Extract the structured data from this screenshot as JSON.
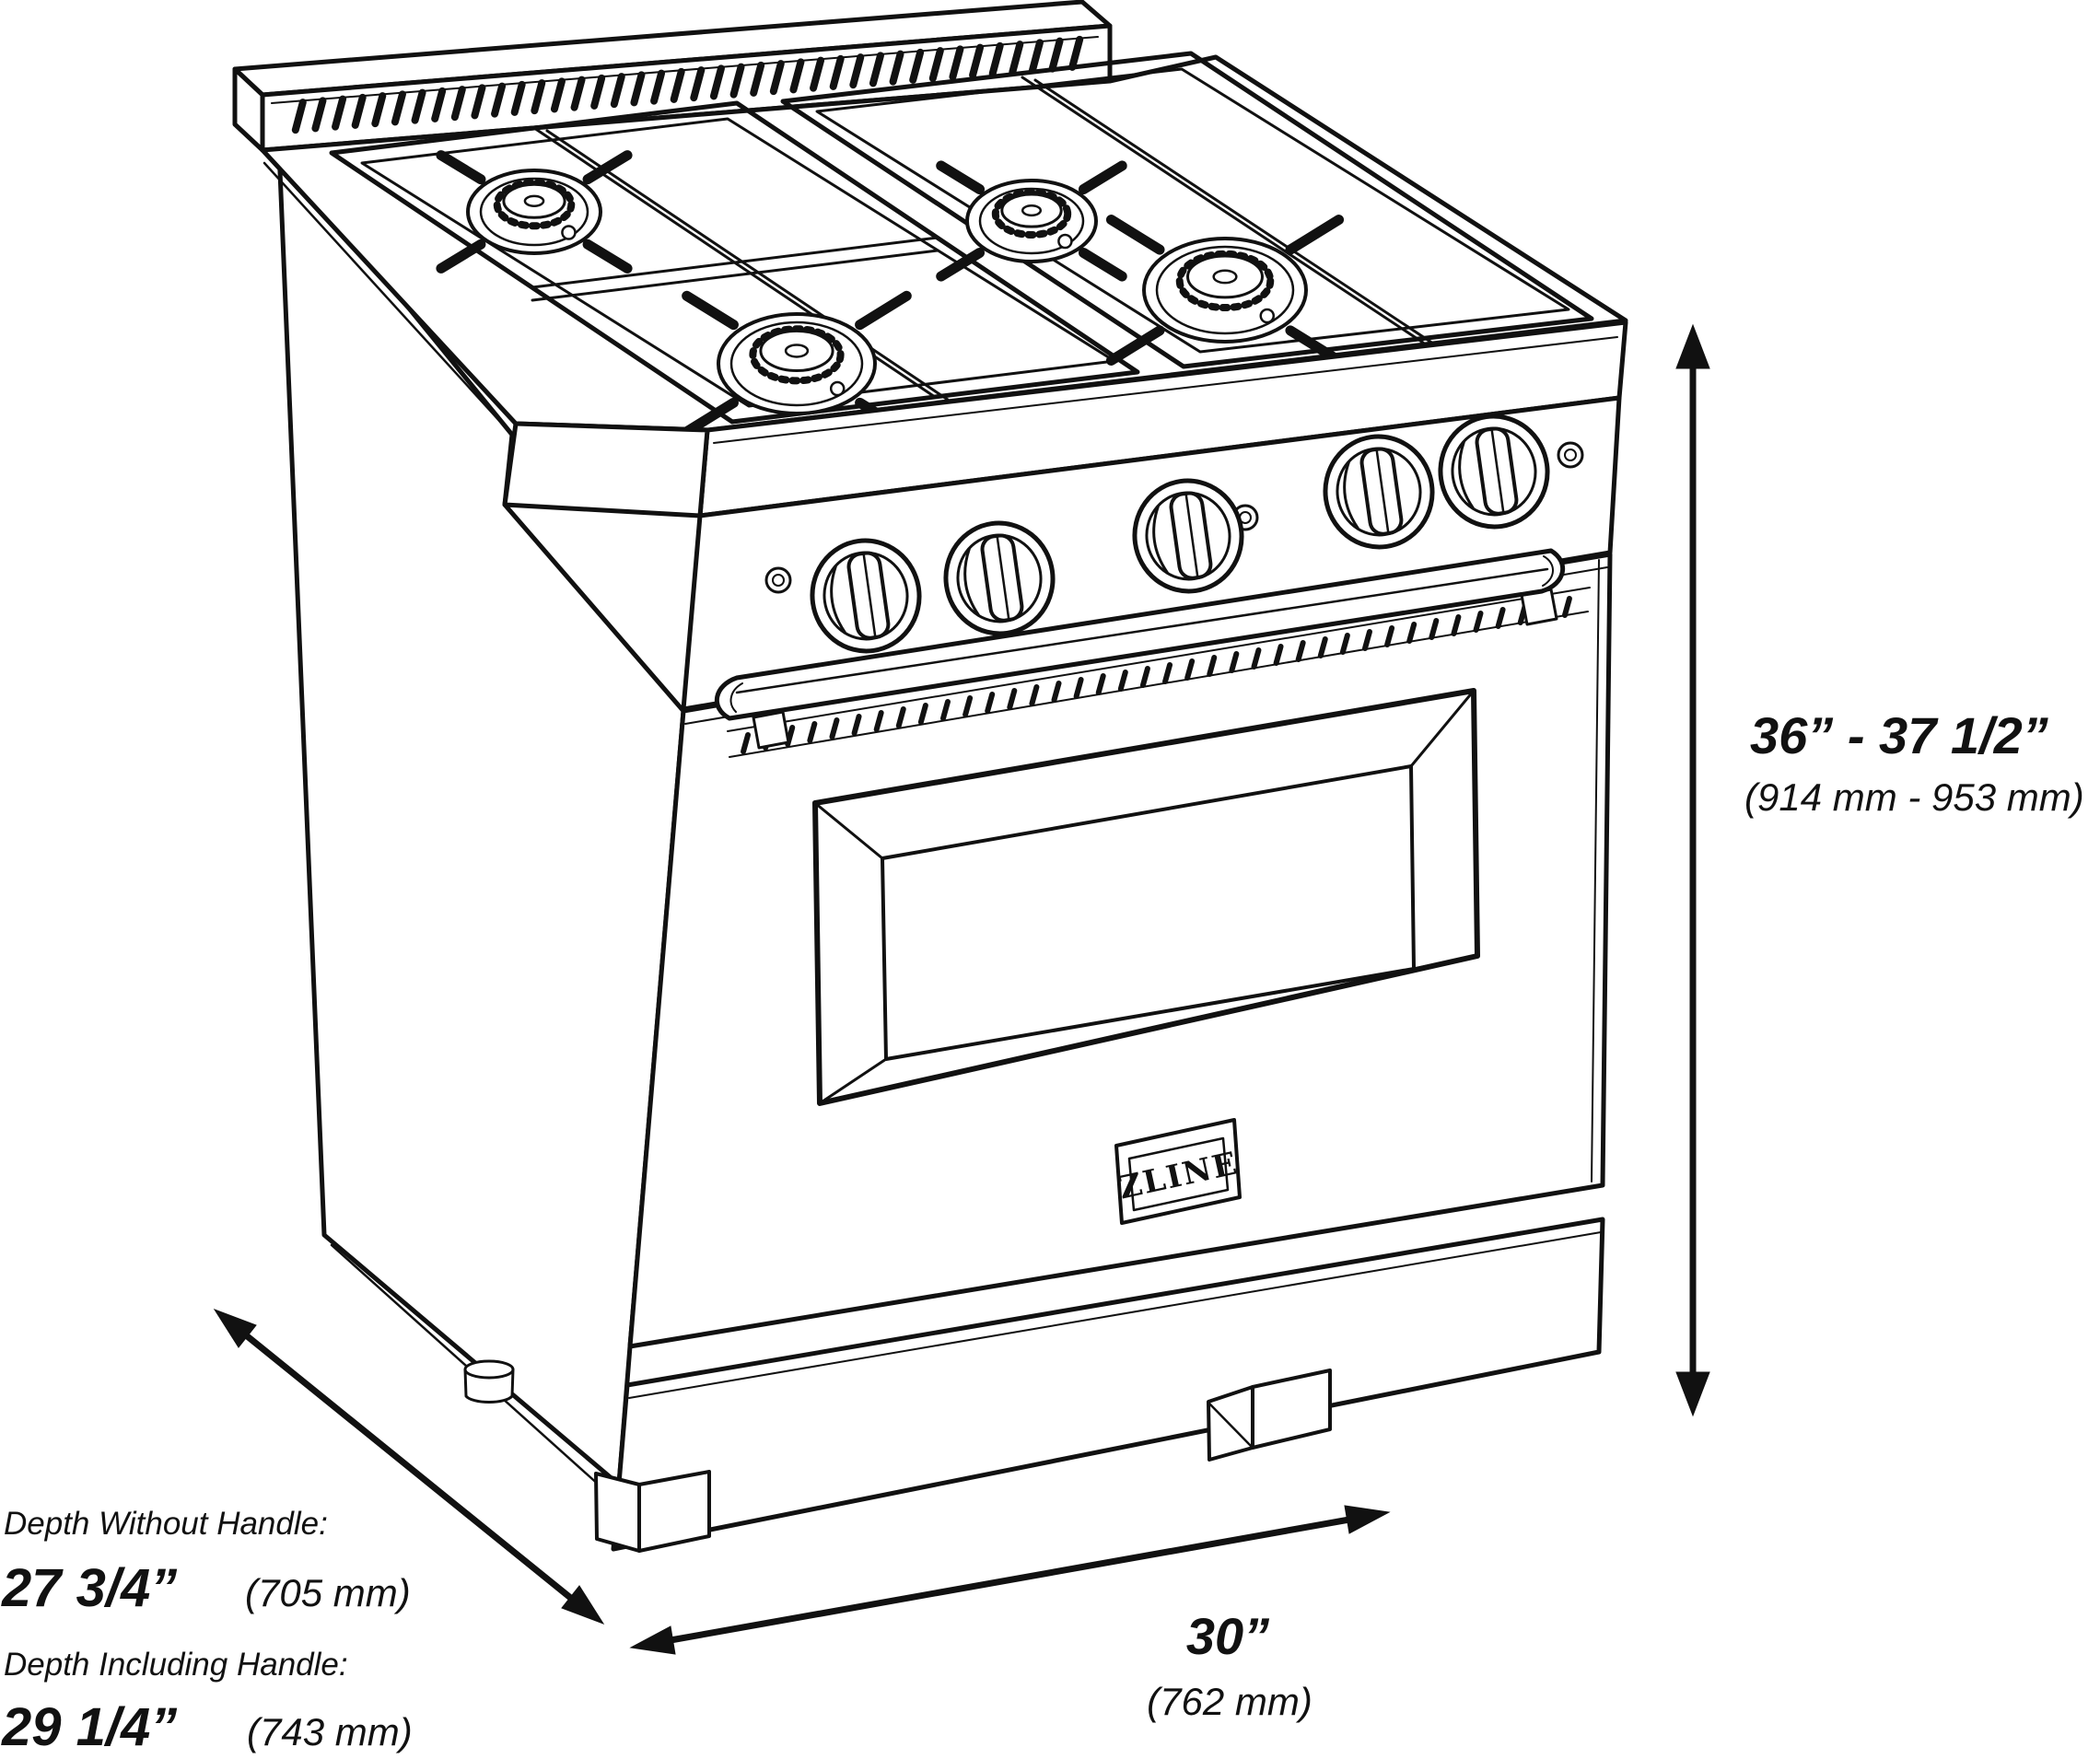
{
  "badge": {
    "text": "ZLINE"
  },
  "annotations": {
    "height": {
      "value": "36” - 37 1/2”",
      "metric": "(914 mm - 953 mm)"
    },
    "width": {
      "value": "30”",
      "metric": "(762 mm)"
    },
    "depth_without_handle": {
      "label": "Depth Without Handle:",
      "value": "27 3/4”",
      "metric": "(705 mm)"
    },
    "depth_including_handle": {
      "label": "Depth Including Handle:",
      "value": "29 1/4”",
      "metric": "(743 mm)"
    }
  },
  "colors": {
    "line": "#111111",
    "background": "#ffffff"
  }
}
